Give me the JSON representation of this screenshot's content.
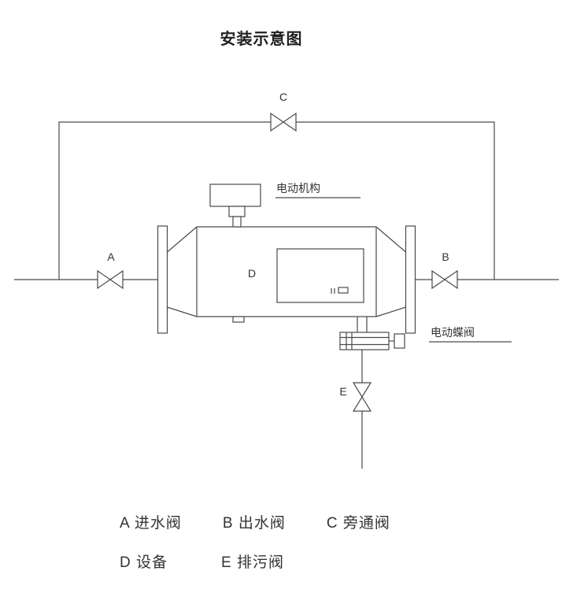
{
  "title": "安装示意图",
  "colors": {
    "line": "#4a4a4a",
    "text": "#333333",
    "background": "#ffffff"
  },
  "diagram": {
    "valves": {
      "a": "A",
      "b": "B",
      "c": "C",
      "e": "E"
    },
    "device": "D",
    "actuator_label": "电动机构",
    "butterfly_label": "电动蝶阀"
  },
  "legend": {
    "row1": [
      {
        "text": "A 进水阀"
      },
      {
        "text": "B 出水阀"
      },
      {
        "text": "C 旁通阀"
      }
    ],
    "row2": [
      {
        "text": "D 设备"
      },
      {
        "text": "E 排污阀"
      }
    ]
  }
}
